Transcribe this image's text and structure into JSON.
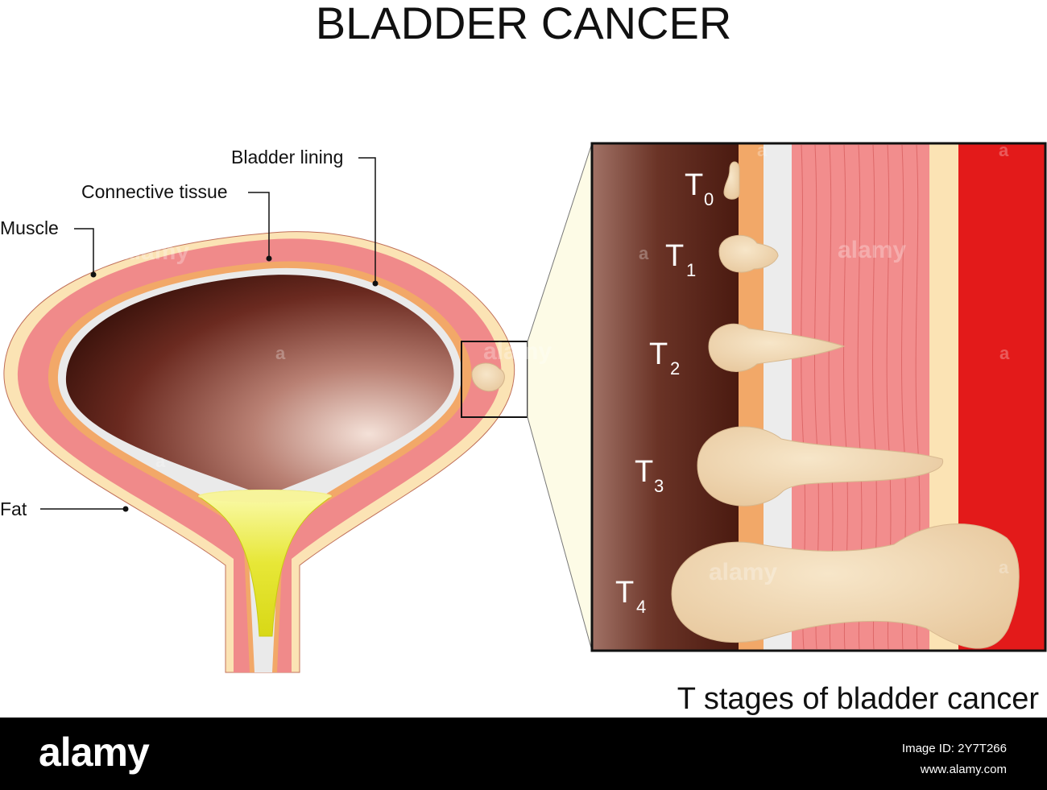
{
  "title": "BLADDER CANCER",
  "labels": {
    "bladder_lining": "Bladder lining",
    "connective_tissue": "Connective tissue",
    "muscle": "Muscle",
    "fat": "Fat"
  },
  "stages": [
    {
      "letter": "T",
      "sub": "0"
    },
    {
      "letter": "T",
      "sub": "1"
    },
    {
      "letter": "T",
      "sub": "2"
    },
    {
      "letter": "T",
      "sub": "3"
    },
    {
      "letter": "T",
      "sub": "4"
    }
  ],
  "caption": "T stages of bladder cancer",
  "watermark": {
    "brand": "alamy",
    "mark": "a"
  },
  "footer": {
    "brand": "alamy",
    "image_id": "Image ID: 2Y7T266",
    "site": "www.alamy.com"
  },
  "colors": {
    "fat": "#fbe3b4",
    "muscle": "#f08a8a",
    "connective": "#f2a868",
    "lining": "#eaeaea",
    "lumen_dark": "#4a1810",
    "urine": "#e5e533",
    "serosa_red": "#e31a1a",
    "tumor": "#f2dcb8"
  }
}
